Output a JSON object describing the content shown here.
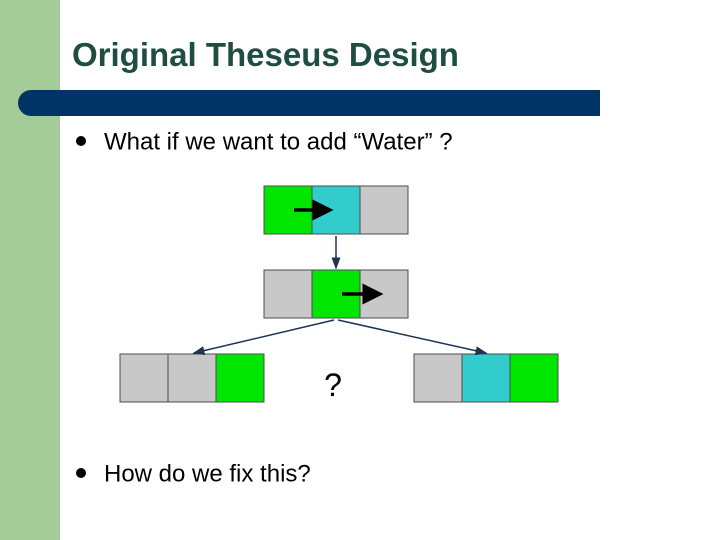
{
  "slide": {
    "title": "Original Theseus Design",
    "bullets": [
      {
        "text": "What if we want to add “Water” ?"
      },
      {
        "text": "How do we fix this?"
      }
    ]
  },
  "diagram": {
    "question_mark": "?",
    "colors": {
      "green": "#00e600",
      "cyan": "#33cccc",
      "gray": "#c8c8c8",
      "border": "#4d4d4d",
      "arrow": "#1f3355",
      "pointer": "#000000"
    },
    "rows": [
      {
        "name": "top-row",
        "cells": [
          "green",
          "cyan",
          "gray"
        ],
        "pointer_at": 0
      },
      {
        "name": "middle-row",
        "cells": [
          "gray",
          "green",
          "gray"
        ],
        "pointer_at": 1
      },
      {
        "name": "left-row",
        "cells": [
          "gray",
          "gray",
          "green"
        ]
      },
      {
        "name": "right-row",
        "cells": [
          "gray",
          "cyan",
          "green"
        ]
      }
    ]
  }
}
